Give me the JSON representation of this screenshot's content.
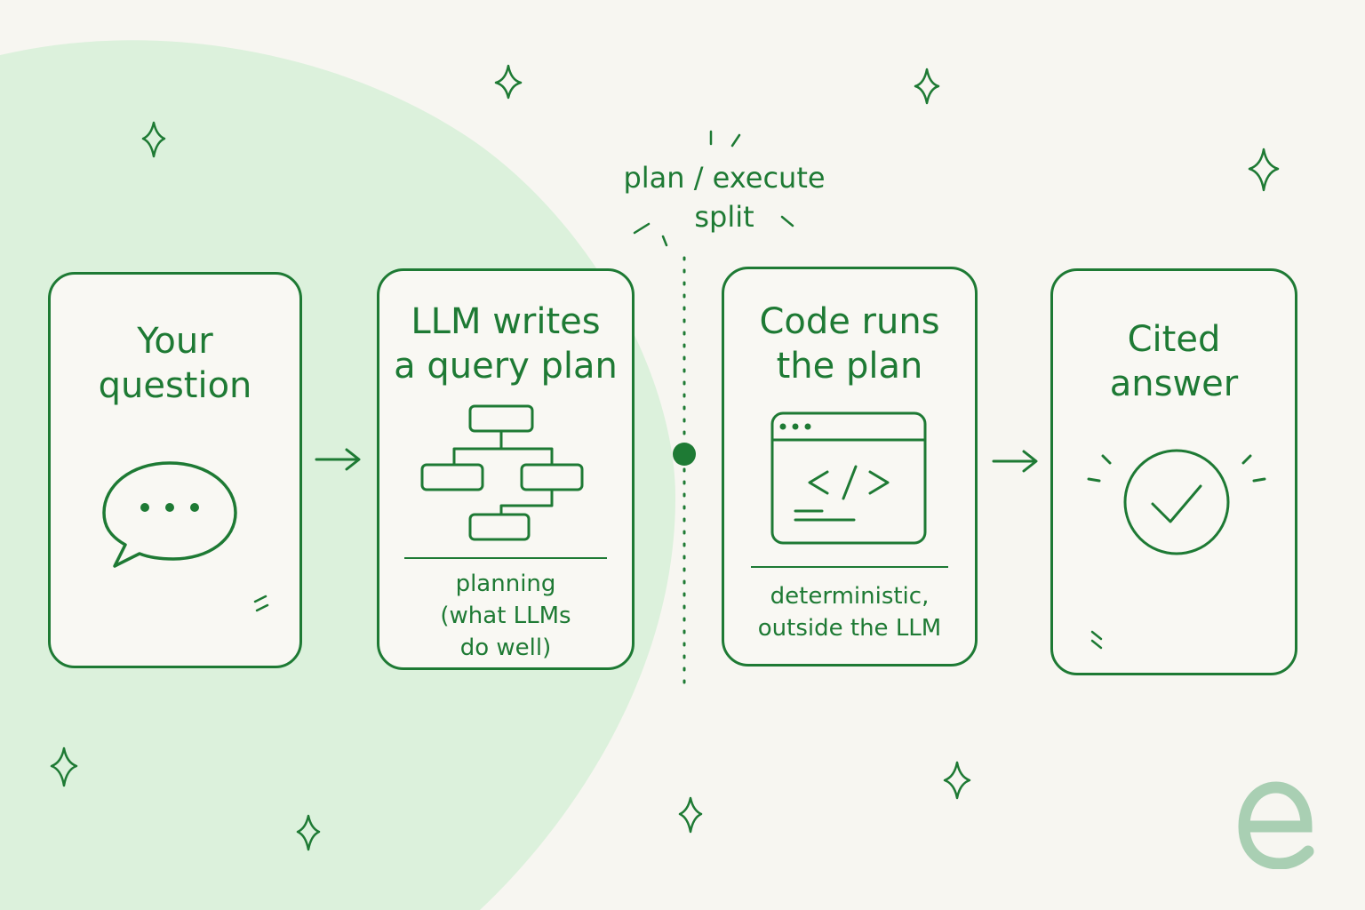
{
  "colors": {
    "accent": "#1e7a34",
    "background": "#f7f6f1",
    "blob": "#dcf1dc",
    "logo": "#a9cfb3"
  },
  "split": {
    "lines": [
      "plan / execute",
      "split"
    ]
  },
  "steps": [
    {
      "title_lines": [
        "Your",
        "question"
      ],
      "note_lines": [],
      "icon": "speech-bubble-icon"
    },
    {
      "title_lines": [
        "LLM writes",
        "a query plan"
      ],
      "note_lines": [
        "planning",
        "(what LLMs",
        "do well)"
      ],
      "icon": "flowchart-icon"
    },
    {
      "title_lines": [
        "Code runs",
        "the plan"
      ],
      "note_lines": [
        "deterministic,",
        "outside the LLM"
      ],
      "icon": "code-window-icon"
    },
    {
      "title_lines": [
        "Cited",
        "answer"
      ],
      "note_lines": [],
      "icon": "check-circle-icon"
    }
  ],
  "logo": {
    "icon": "e-logo-icon"
  }
}
